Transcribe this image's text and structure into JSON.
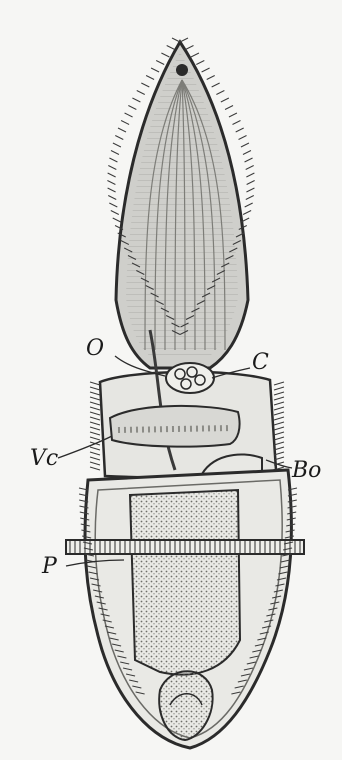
{
  "figure": {
    "labels": {
      "O": "O",
      "C": "C",
      "Vc": "Vc",
      "Bo": "Bo",
      "P": "P"
    }
  }
}
